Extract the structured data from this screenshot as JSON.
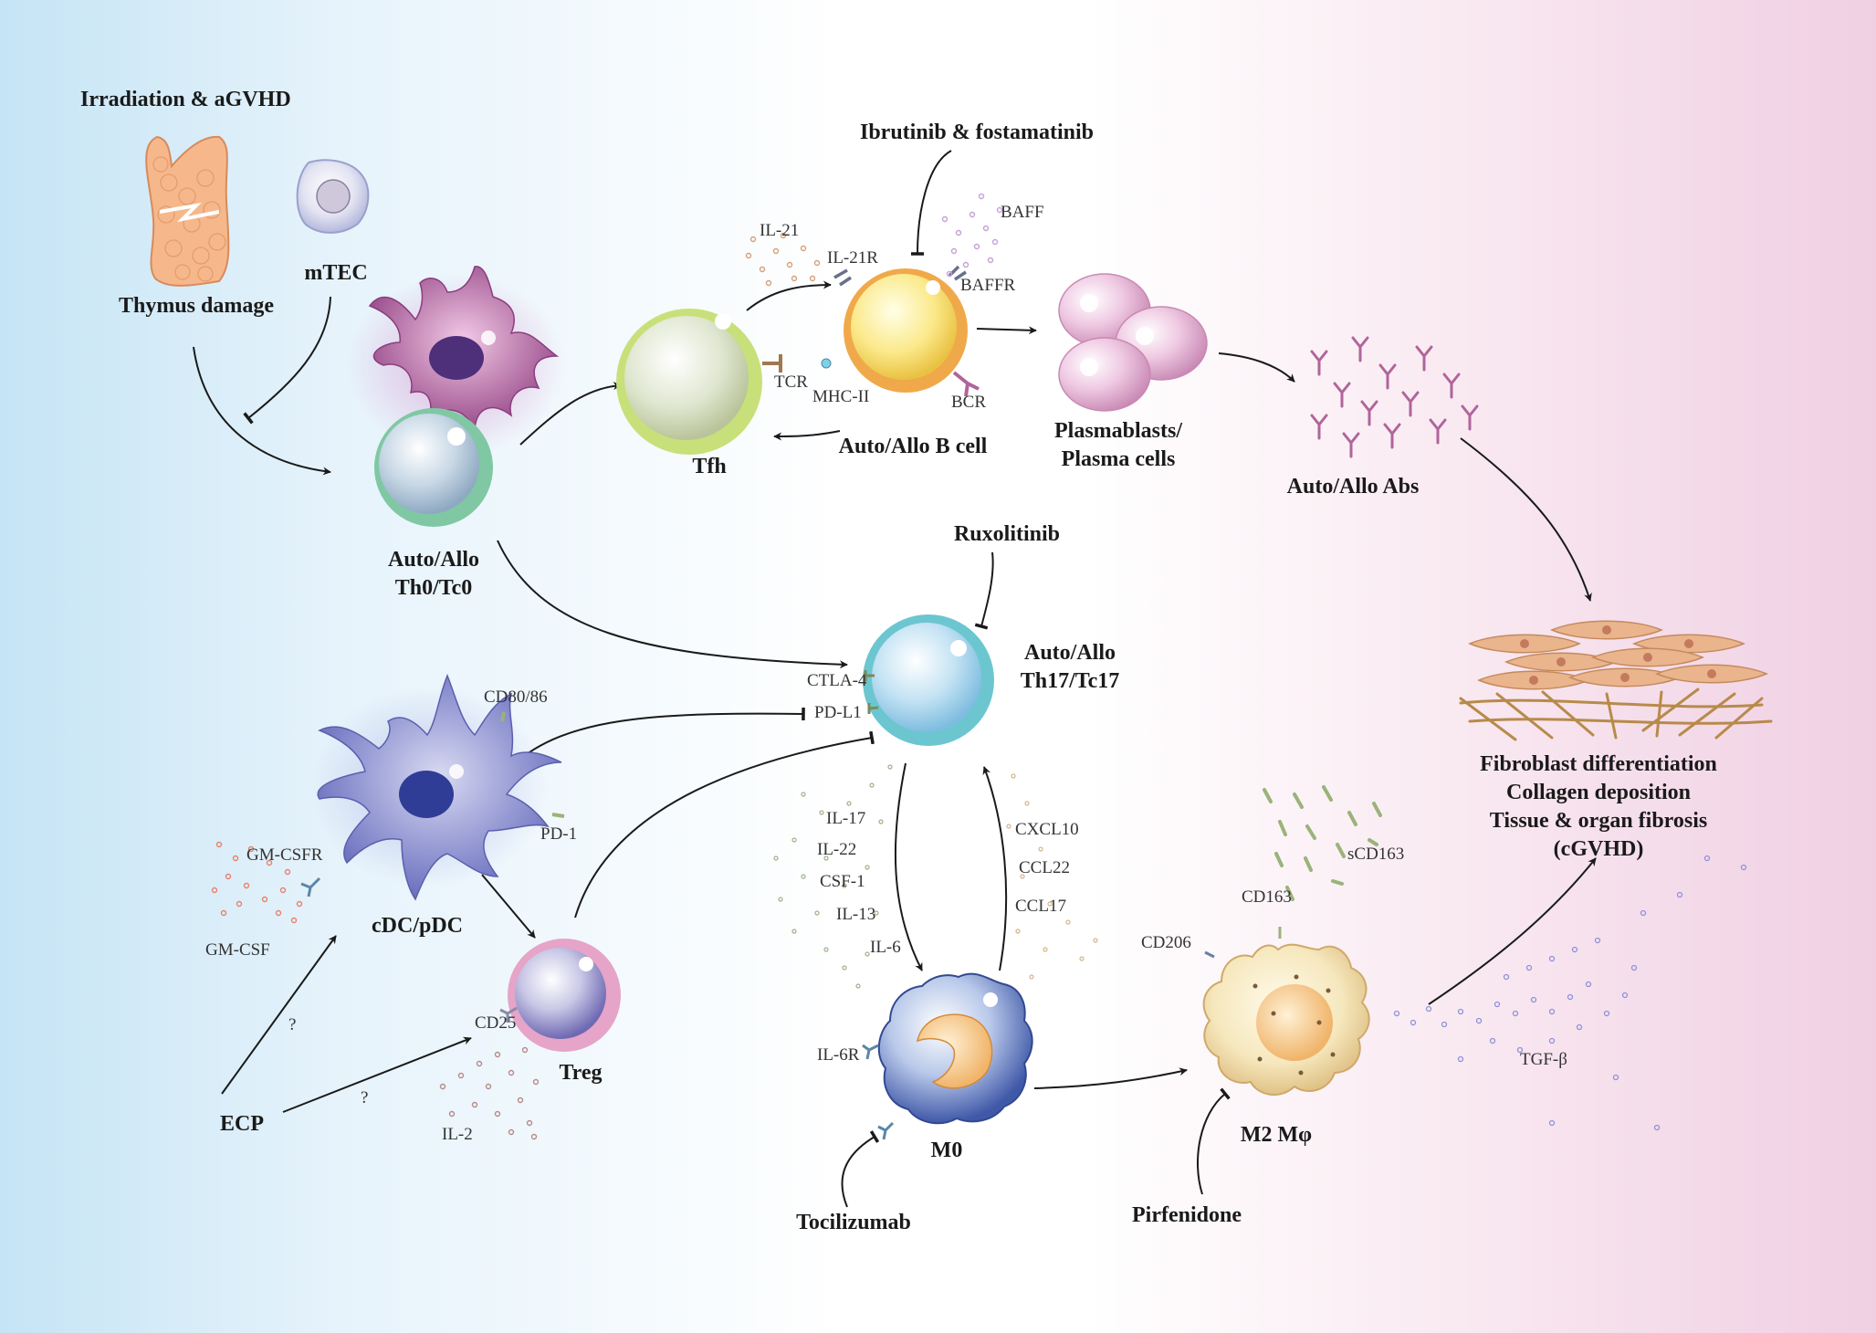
{
  "nodes": {
    "irradiation": "Irradiation & aGVHD",
    "thymus_damage": "Thymus damage",
    "mtec": "mTEC",
    "th0": "Auto/Allo\nTh0/Tc0",
    "tfh": "Tfh",
    "bcell": "Auto/Allo B cell",
    "plasma": "Plasmablasts/\nPlasma cells",
    "abs": "Auto/Allo Abs",
    "ibrutinib": "Ibrutinib & fostamatinib",
    "ruxolitinib": "Ruxolitinib",
    "th17": "Auto/Allo\nTh17/Tc17",
    "cdc": "cDC/pDC",
    "treg": "Treg",
    "ecp": "ECP",
    "m0": "M0",
    "m2": "M2 Mφ",
    "tocilizumab": "Tocilizumab",
    "pirfenidone": "Pirfenidone",
    "fibrosis": "Fibroblast  differentiation\nCollagen deposition\nTissue & organ fibrosis (cGVHD)"
  },
  "molecules": {
    "il21": "IL-21",
    "il21r": "IL-21R",
    "baff": "BAFF",
    "baffr": "BAFFR",
    "tcr": "TCR",
    "mhc2": "MHC-II",
    "bcr": "BCR",
    "ctla4": "CTLA-4",
    "pdl1": "PD-L1",
    "cd8086": "CD80/86",
    "pd1": "PD-1",
    "gmcsfr": "GM-CSFR",
    "gmcsf": "GM-CSF",
    "cd25": "CD25",
    "il2": "IL-2",
    "q1": "?",
    "q2": "?",
    "cytokines_left": [
      "IL-17",
      "IL-22",
      "CSF-1",
      "IL-13",
      "IL-6"
    ],
    "chemokines_right": [
      "CXCL10",
      "CCL22",
      "CCL17"
    ],
    "il6r": "IL-6R",
    "cd206": "CD206",
    "cd163": "CD163",
    "scd163": "sCD163",
    "tgfb": "TGF-β"
  }
}
